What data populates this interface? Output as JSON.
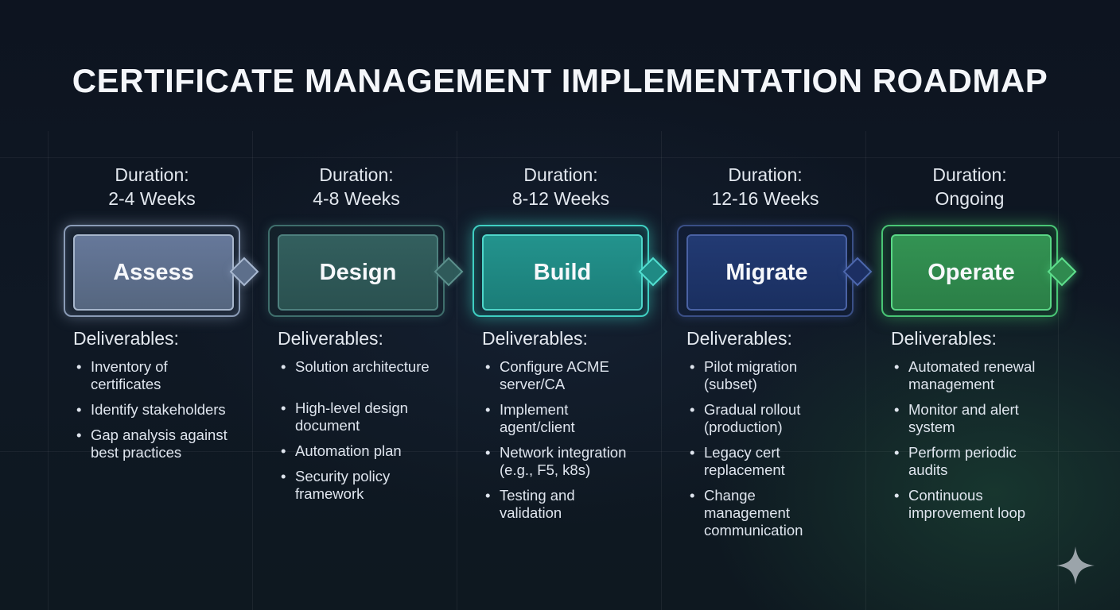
{
  "title": "CERTIFICATE MANAGEMENT IMPLEMENTATION ROADMAP",
  "phases": [
    {
      "duration_label": "Duration:",
      "duration_value": "2-4 Weeks",
      "name": "Assess",
      "color": "#5a6b85",
      "glow": "#9fb0c8",
      "deliverables_label": "Deliverables:",
      "deliverables": [
        "Inventory of certificates",
        "Identify stakeholders",
        "Gap analysis against best practices"
      ]
    },
    {
      "duration_label": "Duration:",
      "duration_value": "4-8 Weeks",
      "name": "Design",
      "color": "#2f5a5a",
      "glow": "#4c8583",
      "deliverables_label": "Deliverables:",
      "deliverables": [
        "Solution architecture",
        "High-level design document",
        "Automation plan",
        "Security policy framework"
      ]
    },
    {
      "duration_label": "Duration:",
      "duration_value": "8-12 Weeks",
      "name": "Build",
      "color": "#1f8580",
      "glow": "#3fd0c4",
      "deliverables_label": "Deliverables:",
      "deliverables": [
        "Configure ACME server/CA",
        "Implement agent/client",
        "Network integration (e.g., F5, k8s)",
        "Testing and validation"
      ]
    },
    {
      "duration_label": "Duration:",
      "duration_value": "12-16 Weeks",
      "name": "Migrate",
      "color": "#1d3366",
      "glow": "#4a64a8",
      "deliverables_label": "Deliverables:",
      "deliverables": [
        "Pilot migration (subset)",
        "Gradual rollout (production)",
        "Legacy cert replacement",
        "Change management communication"
      ]
    },
    {
      "duration_label": "Duration:",
      "duration_value": "Ongoing",
      "name": "Operate",
      "color": "#2f8a4f",
      "glow": "#4fd07a",
      "deliverables_label": "Deliverables:",
      "deliverables": [
        "Automated renewal management",
        "Monitor and alert system",
        "Perform periodic audits",
        "Continuous improvement loop"
      ]
    }
  ],
  "icons": {
    "watermark": "sparkle-icon"
  }
}
